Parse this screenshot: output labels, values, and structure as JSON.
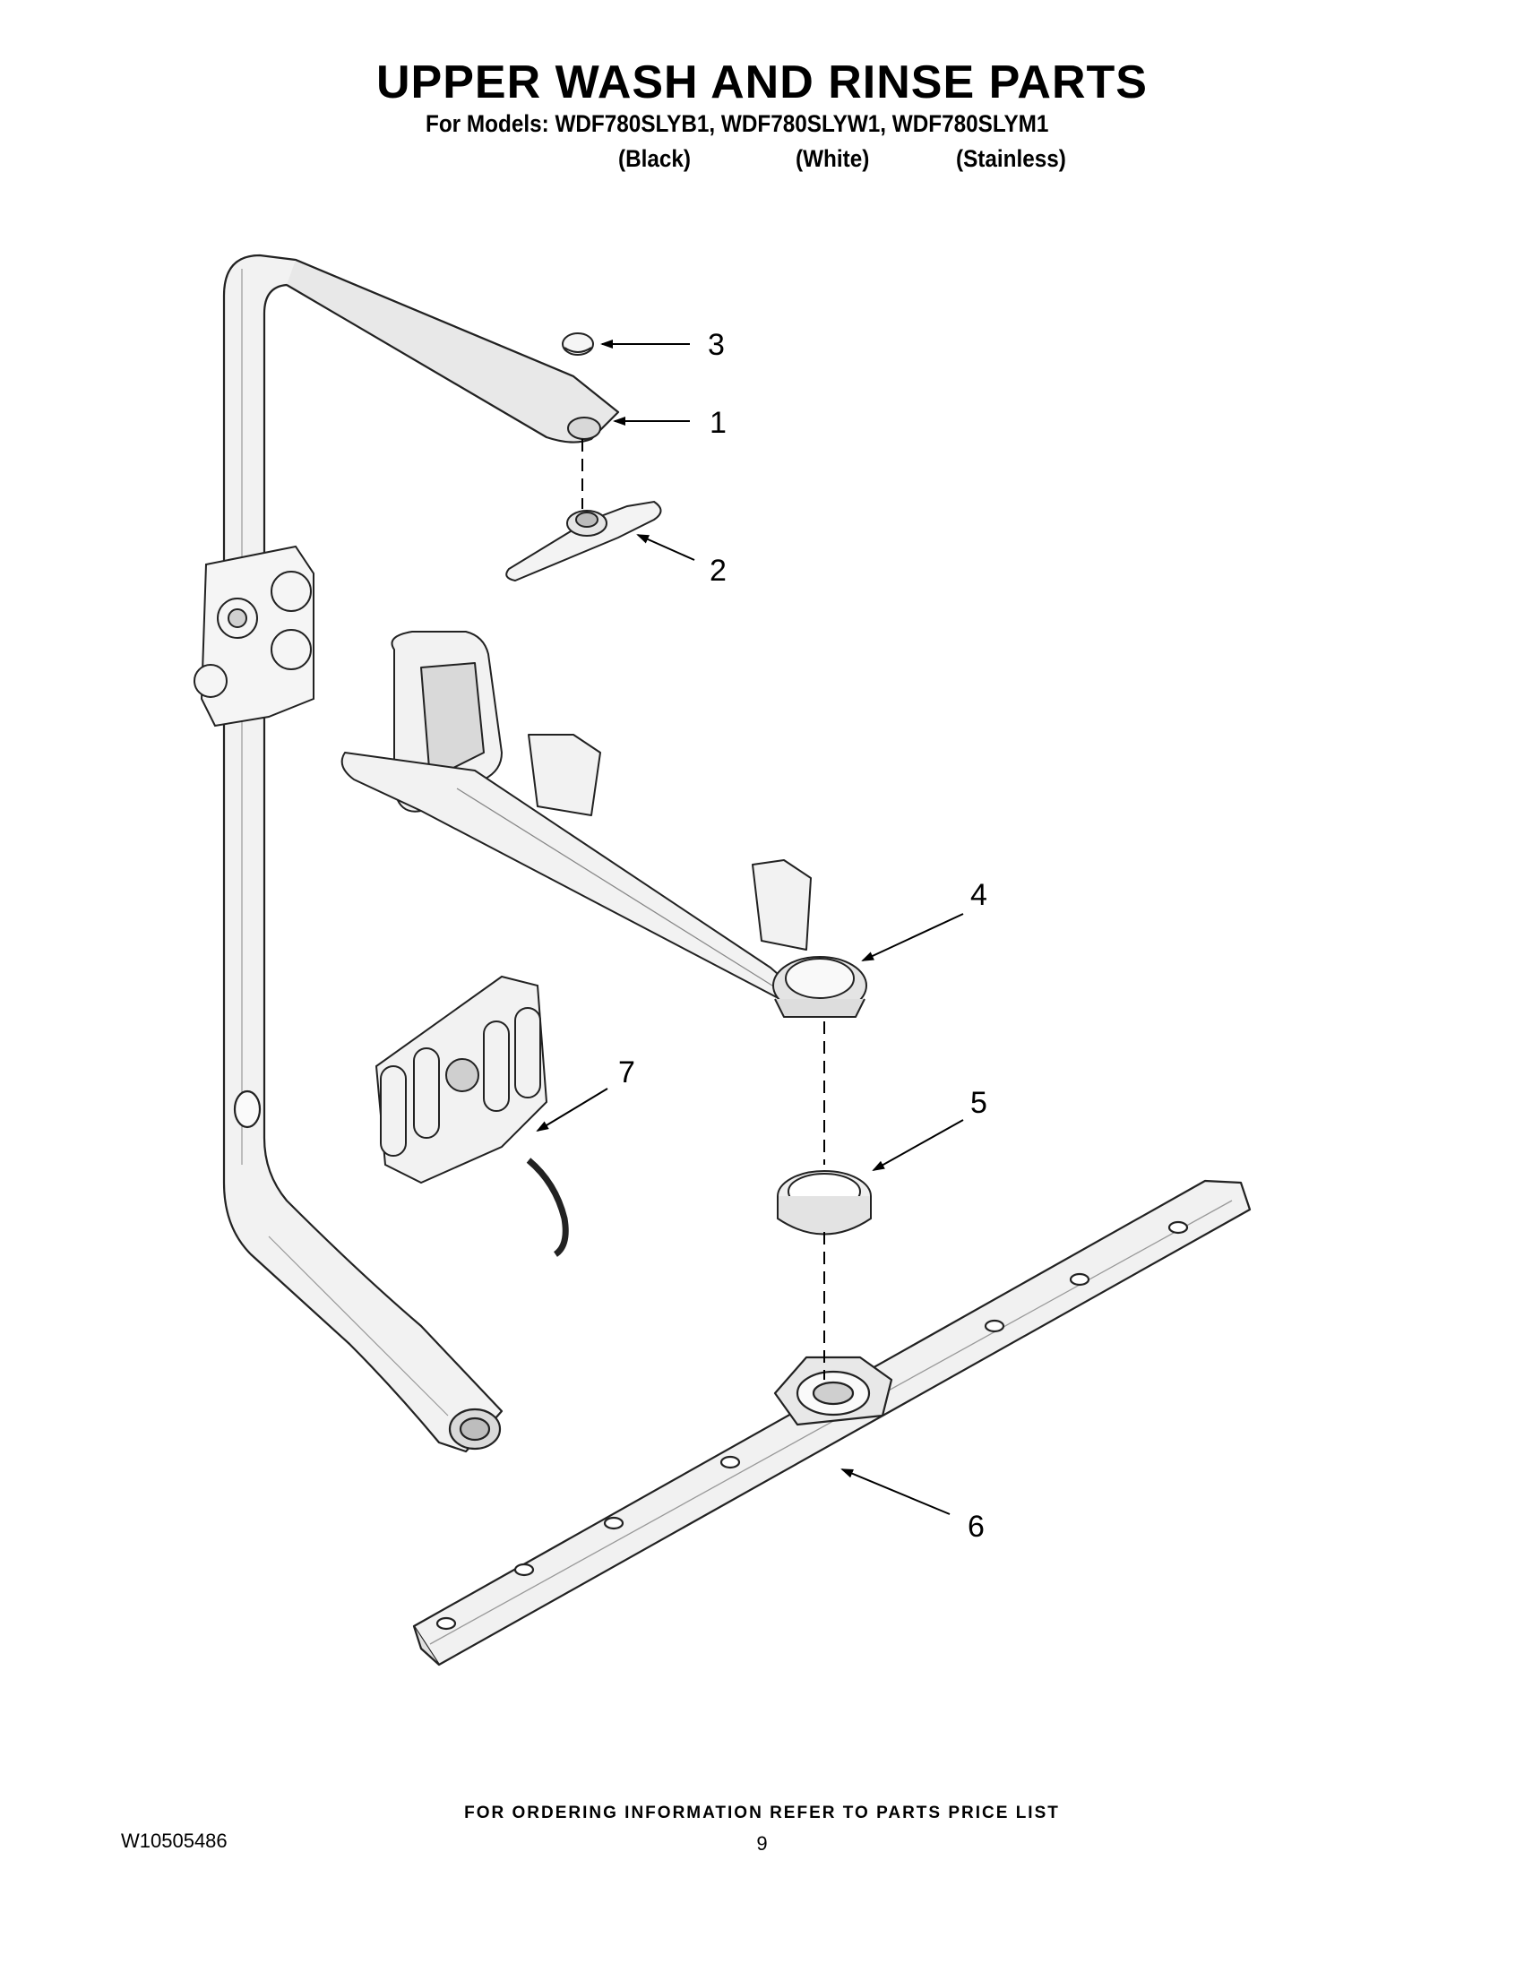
{
  "header": {
    "title": "UPPER WASH AND RINSE PARTS",
    "models_line": "For Models: WDF780SLYB1, WDF780SLYW1, WDF780SLYM1",
    "variants": [
      "(Black)",
      "(White)",
      "(Stainless)"
    ]
  },
  "callouts": [
    "3",
    "1",
    "2",
    "4",
    "7",
    "5",
    "6"
  ],
  "footer": {
    "ordering_note": "FOR ORDERING INFORMATION REFER TO PARTS PRICE LIST",
    "document_number": "W10505486",
    "page_number": "9"
  }
}
